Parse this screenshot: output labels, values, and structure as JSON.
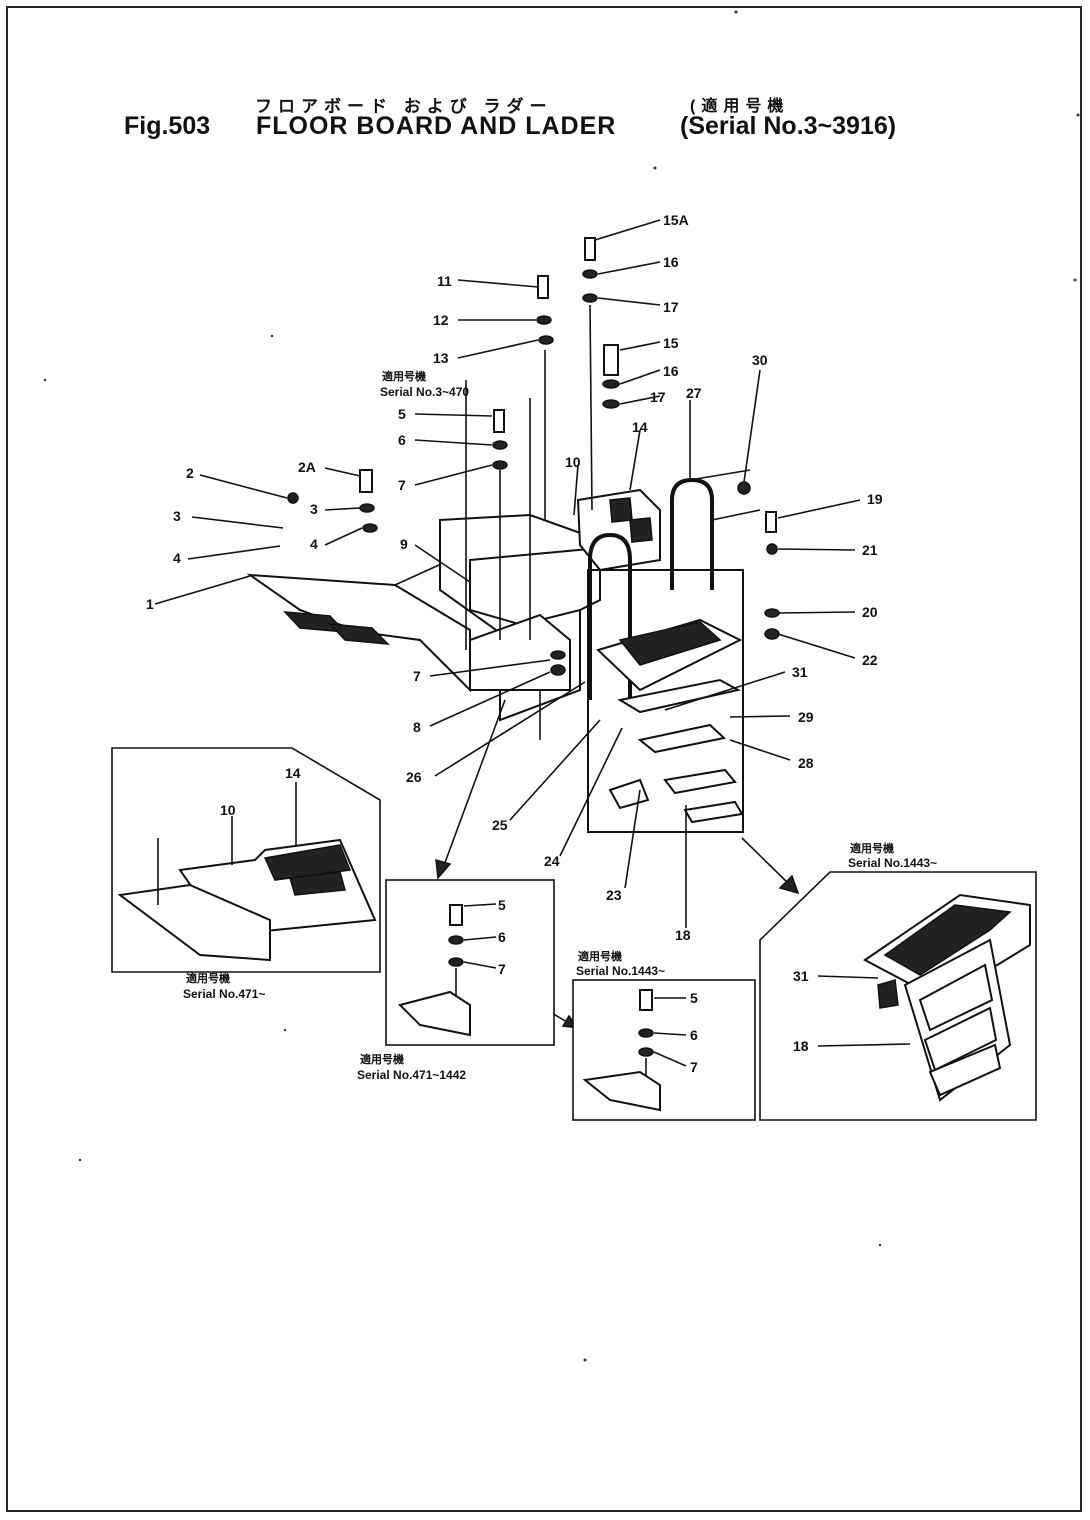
{
  "title": {
    "jp": "フロアボード および ラダー",
    "fig": "Fig.503",
    "main": "FLOOR BOARD AND LADER",
    "serial_jp": "(適用号機",
    "serial": "(Serial No.3~3916)"
  },
  "callouts": {
    "c1": "1",
    "c2": "2",
    "c2a": "2A",
    "c3": "3",
    "c3b": "3",
    "c4": "4",
    "c4b": "4",
    "c5": "5",
    "c6": "6",
    "c7": "7",
    "c7b": "7",
    "c8": "8",
    "c9": "9",
    "c10": "10",
    "c11": "11",
    "c12": "12",
    "c13": "13",
    "c14": "14",
    "c15": "15",
    "c15a": "15A",
    "c16": "16",
    "c16b": "16",
    "c17": "17",
    "c17b": "17",
    "c18": "18",
    "c19": "19",
    "c20": "20",
    "c21": "21",
    "c22": "22",
    "c23": "23",
    "c24": "24",
    "c25": "25",
    "c26": "26",
    "c27": "27",
    "c28": "28",
    "c29": "29",
    "c30": "30",
    "c31": "31",
    "i10": "10",
    "i14": "14",
    "d5": "5",
    "d6": "6",
    "d7": "7",
    "e5": "5",
    "e6": "6",
    "e7": "7",
    "f31": "31",
    "f18": "18"
  },
  "notes": {
    "jp": "適用号機",
    "serial_3_470": "Serial No.3~470",
    "serial_471": "Serial No.471~",
    "serial_471_1442": "Serial No.471~1442",
    "serial_1443a": "Serial No.1443~",
    "serial_1443b": "Serial No.1443~"
  }
}
